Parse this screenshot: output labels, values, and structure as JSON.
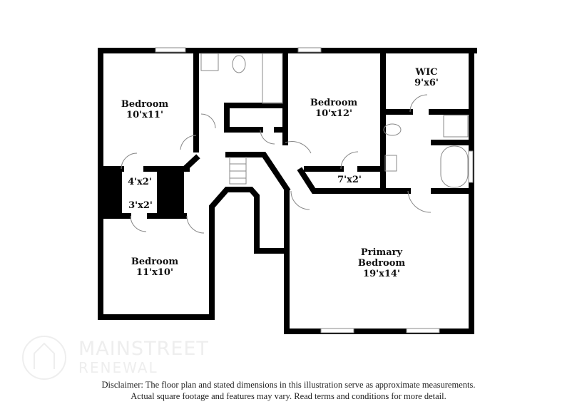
{
  "rooms": [
    {
      "name": "Bedroom",
      "dims": "10'x11'"
    },
    {
      "name": "Bedroom",
      "dims": "10'x12'"
    },
    {
      "name": "WIC",
      "dims": "9'x6'"
    },
    {
      "name": "",
      "dims": "4'x2'"
    },
    {
      "name": "",
      "dims": "3'x2'"
    },
    {
      "name": "",
      "dims": "7'x2'"
    },
    {
      "name": "Bedroom",
      "dims": "11'x10'"
    },
    {
      "name": "Primary Bedroom",
      "dims": "19'x14'"
    }
  ],
  "disclaimer": {
    "line1": "Disclaimer: The floor plan and stated dimensions in this illustration serve as approximate measurements.",
    "line2": "Actual square footage and features may vary. Read terms and conditions for more detail."
  },
  "logo": {
    "line1": "MAINSTREET",
    "line2": "RENEWAL"
  },
  "colors": {
    "wall": "#000000",
    "fixture": "#888888",
    "background": "#ffffff"
  }
}
